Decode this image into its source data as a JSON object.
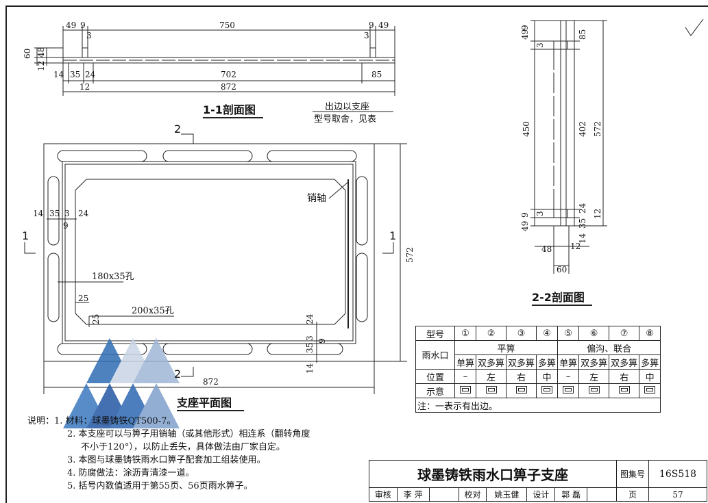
{
  "section_1_1": {
    "title": "1-1剖面图",
    "dims_top": [
      "49",
      "9",
      "3",
      "750",
      "3",
      "9",
      "49"
    ],
    "dims_left": [
      "60",
      "48",
      "12"
    ],
    "dims_bottom": [
      "14",
      "35",
      "24",
      "702",
      "85",
      "12",
      "872"
    ],
    "note_line1": "出边以支座",
    "note_line2": "型号取舍，见表"
  },
  "section_2_2": {
    "title": "2-2剖面图",
    "dims": [
      "9",
      "49",
      "3",
      "85",
      "450",
      "402",
      "572",
      "49",
      "9",
      "3",
      "35",
      "24",
      "12",
      "14",
      "48",
      "12",
      "60"
    ]
  },
  "plan": {
    "title": "支座平面图",
    "cut_mark_top": "2",
    "cut_mark_bottom": "2",
    "cut_mark_left": "1",
    "cut_mark_right": "1",
    "dim_width": "872",
    "dim_height": "572",
    "pin_label": "销轴",
    "hole_180": "180x35孔",
    "hole_200": "200x35孔",
    "dims_left": [
      "14",
      "35",
      "3",
      "24",
      "9"
    ],
    "dim_25a": "25",
    "dim_25b": "25",
    "dims_right": [
      "24",
      "3",
      "35",
      "9",
      "14"
    ]
  },
  "check_mark": "✓",
  "type_table": {
    "header_type": "型号",
    "header_inlet": "雨水口",
    "header_position": "位置",
    "header_schematic": "示意",
    "types": [
      "①",
      "②",
      "③",
      "④",
      "⑤",
      "⑥",
      "⑦",
      "⑧"
    ],
    "group_flat": "平箅",
    "group_offset": "偏沟、联合",
    "inlets": [
      "单箅",
      "双多箅",
      "双多箅",
      "多箅",
      "单箅",
      "双多箅",
      "双多箅",
      "多箅"
    ],
    "positions": [
      "–",
      "左",
      "右",
      "中",
      "–",
      "左",
      "右",
      "中"
    ],
    "note": "注：一表示有出边。"
  },
  "notes": {
    "label": "说明：",
    "items": [
      "1. 材料：球墨铸铁QT500-7。",
      "2. 本支座可以与箅子用销轴（或其他形式）相连系（翻转角度",
      "不小于120°），以防止丢失，具体做法由厂家自定。",
      "3. 本图与球墨铸铁雨水口箅子配套加工组装使用。",
      "4. 防腐做法：涂沥青清漆一道。",
      "5. 括号内数值适用于第55页、56页雨水箅子。"
    ]
  },
  "title_block": {
    "title": "球墨铸铁雨水口箅子支座",
    "atlas_label": "图集号",
    "atlas_no": "16S518",
    "page_label": "页",
    "page_no": "57",
    "review_label": "审核",
    "review_name": "李 萍",
    "check_label": "校对",
    "check_name": "姚玉健",
    "design_label": "设计",
    "design_name": "郭 磊"
  }
}
